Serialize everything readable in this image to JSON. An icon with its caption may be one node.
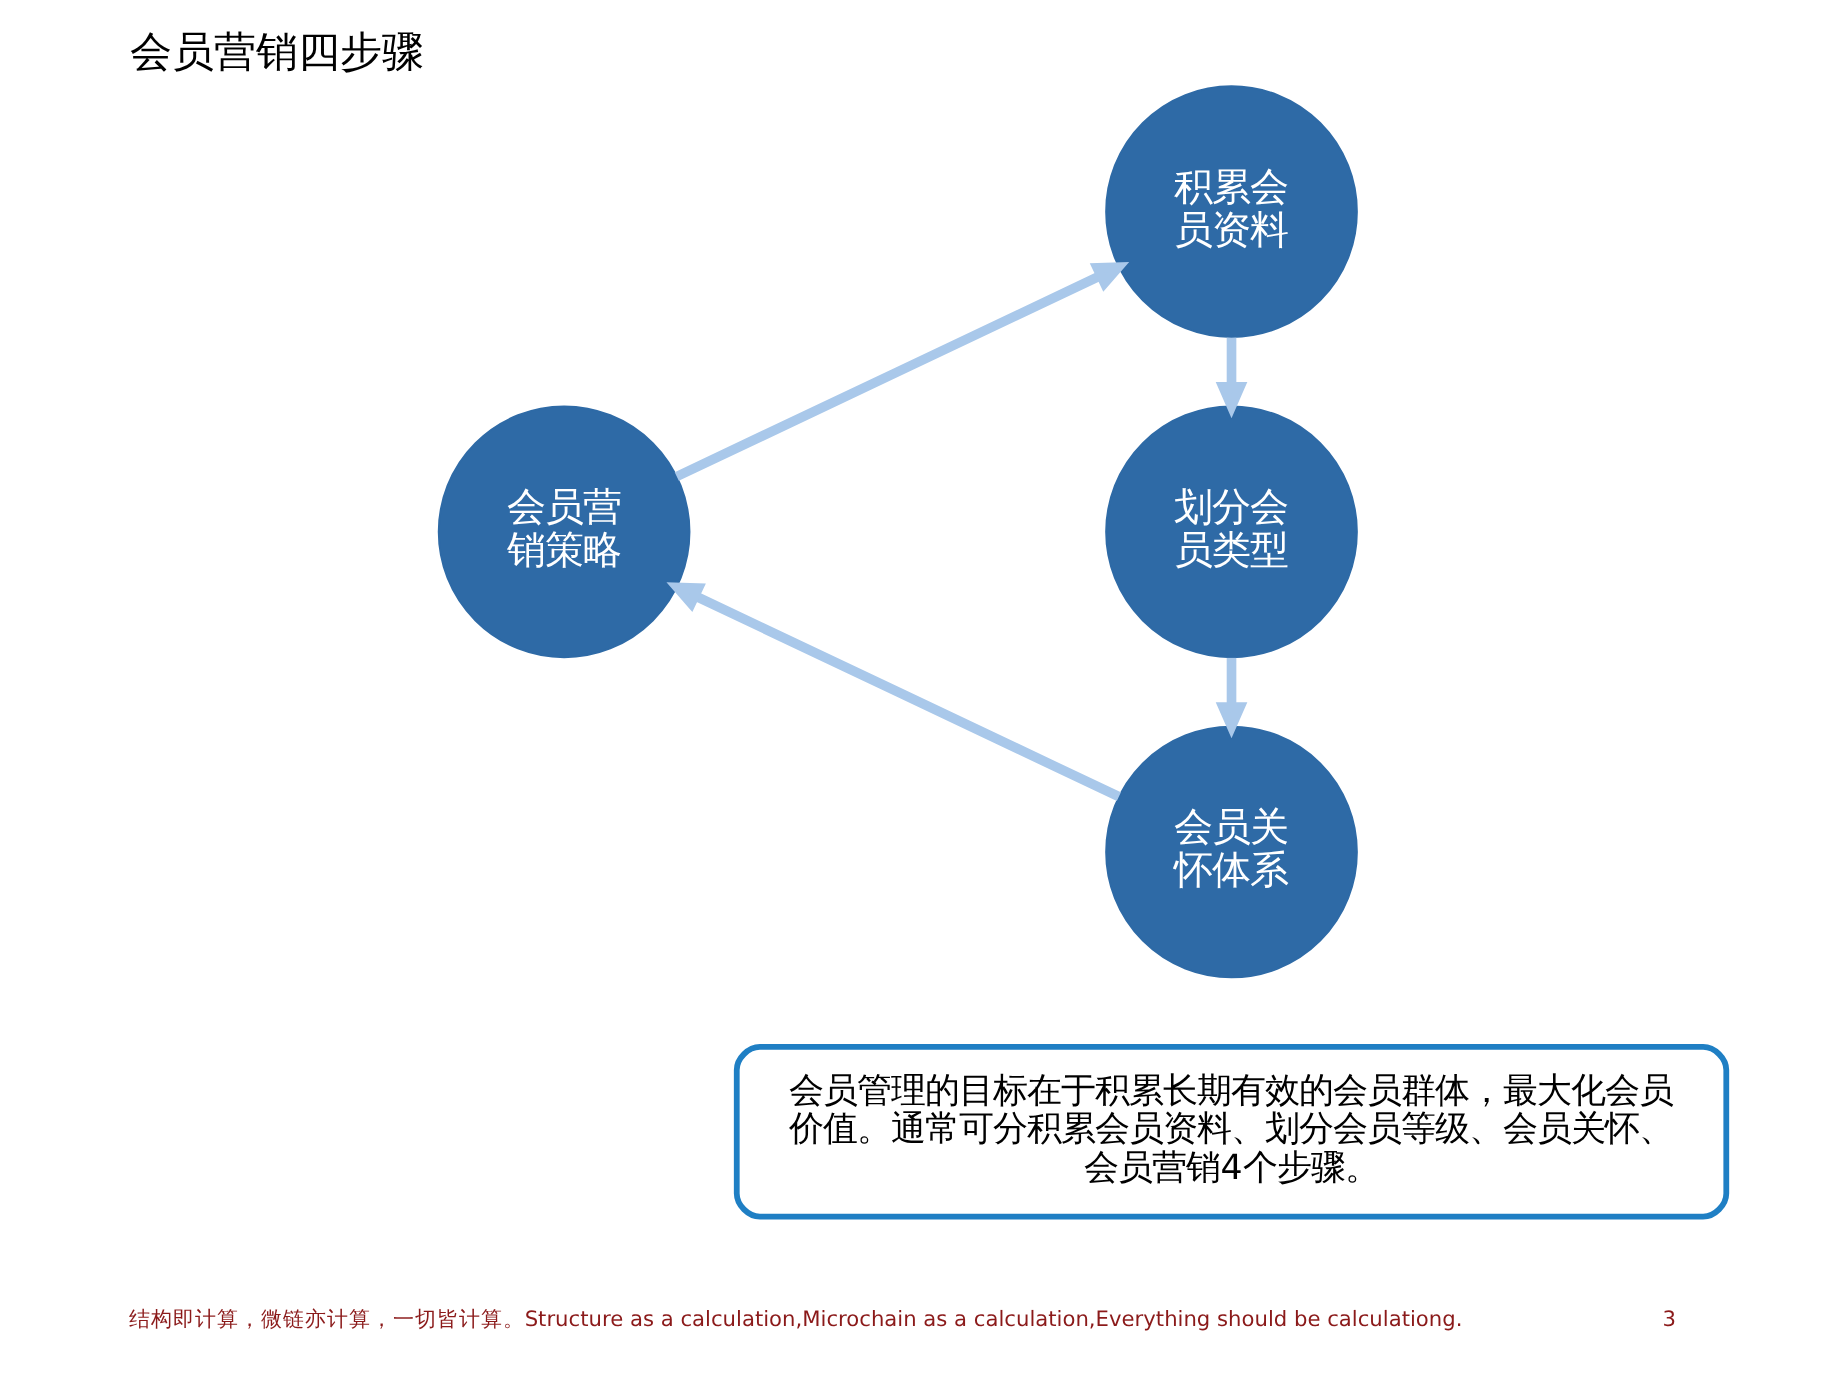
{
  "diagram": {
    "title": "会员营销四步骤",
    "nodes": [
      {
        "text": [
          "积累会员资料"
        ]
      },
      {
        "text": [
          "划分会员类型"
        ]
      },
      {
        "text": [
          "会员关怀体系"
        ]
      },
      {
        "text": [
          "会员营销策略"
        ]
      },
      {
        "text": [
          "会员管理的目标在于积累长期有效的会员群体，最大化会员价值。通常可分积累会员资料、划分会员等级、会员关怀、会员营销4个步骤。"
        ]
      }
    ],
    "edges": [
      {
        "from": 0,
        "to": 1,
        "arrow": "to"
      },
      {
        "from": 1,
        "to": 2,
        "arrow": "to"
      },
      {
        "from": 2,
        "to": 3,
        "arrow": "to"
      },
      {
        "from": 3,
        "to": 0,
        "arrow": "to"
      }
    ],
    "labels": [
      "结构即计算，微链亦计算，一切皆计算。Structure as a calculation,Microchain as a calculation,Everything should be calculationg.",
      "3"
    ]
  }
}
